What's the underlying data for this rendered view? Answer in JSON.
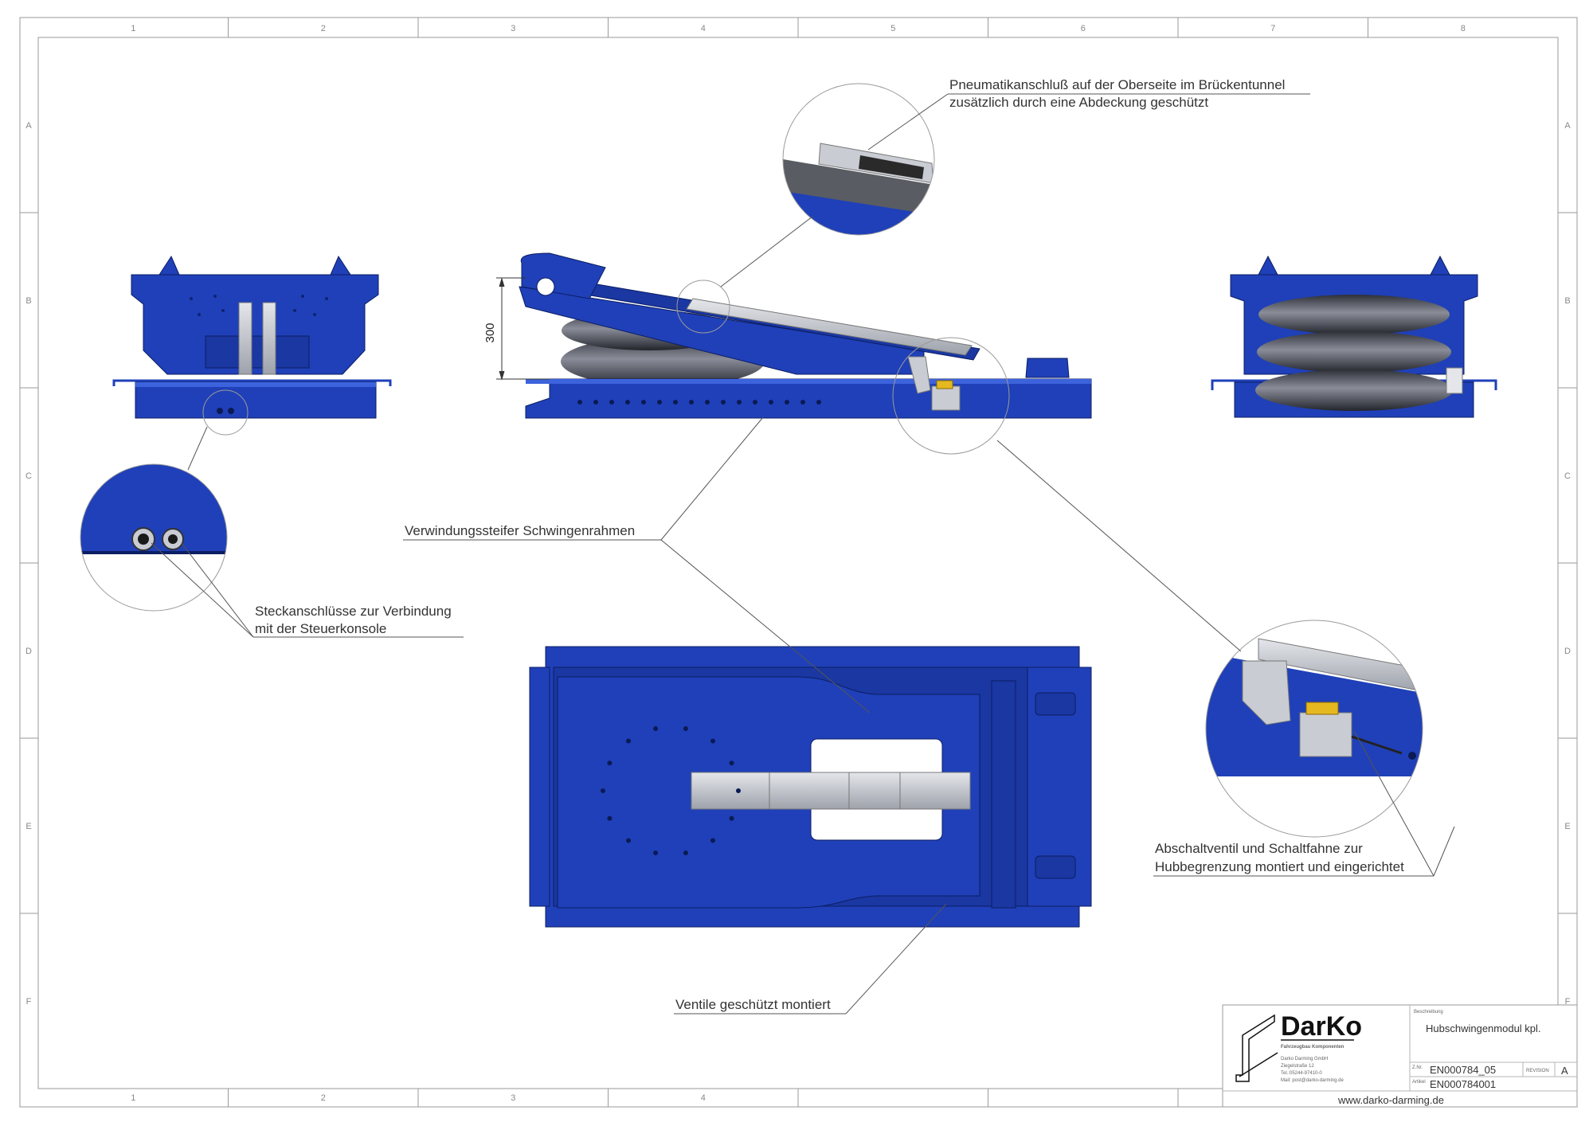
{
  "zones": {
    "columns": [
      "1",
      "2",
      "3",
      "4",
      "5",
      "6",
      "7",
      "8"
    ],
    "bottom_columns": [
      "1",
      "2",
      "3",
      "4"
    ],
    "rows": [
      "A",
      "B",
      "C",
      "D",
      "E",
      "F"
    ]
  },
  "dimension": {
    "height": "300"
  },
  "callouts": {
    "pneumatic_line1": "Pneumatikanschluß auf der Oberseite im Brückentunnel",
    "pneumatic_line2": "zusätzlich durch eine Abdeckung geschützt",
    "frame": "Verwindungssteifer Schwingenrahmen",
    "plug_line1": "Steckanschlüsse zur Verbindung",
    "plug_line2": "mit der Steuerkonsole",
    "shutoff_line1": "Abschaltventil und Schaltfahne zur",
    "shutoff_line2": "Hubbegrenzung montiert und eingerichtet",
    "valves": "Ventile geschützt montiert"
  },
  "title_block": {
    "logo": "DarKo",
    "tagline": "Fahrzeugbau Komponenten",
    "company": "Darko Darming GmbH",
    "street": "Ziegelstraße 12",
    "phone": "Tel.:05244-97410-0",
    "mail": "Mail: post@darko-darming.de",
    "desc_label": "Beschreibung",
    "description": "Hubschwingenmodul kpl.",
    "drawing_label": "Z.Nr.",
    "drawing_no": "EN000784_05",
    "revision_label": "REVISION",
    "revision": "A",
    "article_label": "Artikel",
    "article_no": "EN000784001",
    "website": "www.darko-darming.de"
  },
  "colors": {
    "blue": "#1f40b8",
    "blue_dark": "#132c86",
    "blue_light": "#3d63dc",
    "steel": "#c9ccd3",
    "bellow": "#4a4d58",
    "line": "#555555"
  }
}
